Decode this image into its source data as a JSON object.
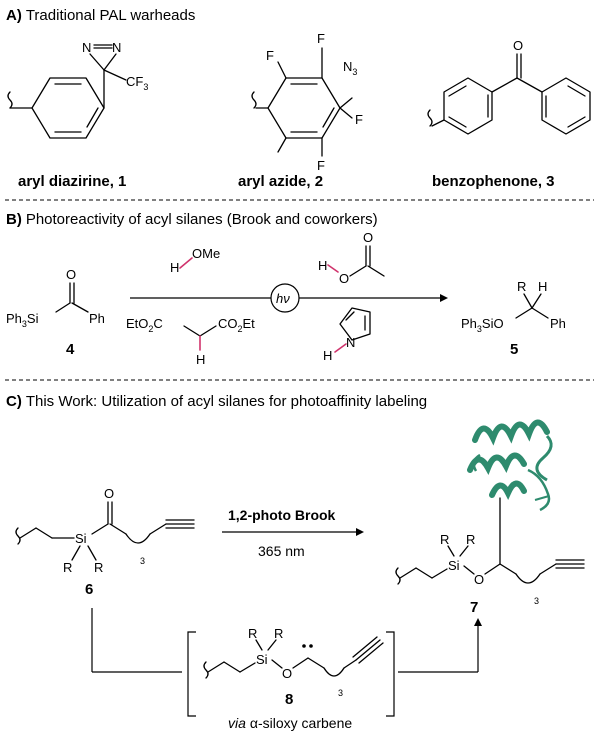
{
  "sectionA": {
    "letter": "A)",
    "title": "Traditional PAL warheads",
    "compounds": [
      {
        "name": "aryl diazirine, 1"
      },
      {
        "name": "aryl azide, 2"
      },
      {
        "name": "benzophenone, 3"
      }
    ],
    "atoms": {
      "N": "N",
      "CF": "CF",
      "three": "3",
      "F": "F",
      "O": "O"
    }
  },
  "sectionB": {
    "letter": "B)",
    "title": "Photoreactivity of acyl silanes (Brook and coworkers)",
    "start_number": "4",
    "product_number": "5",
    "hv": "hν",
    "labels": {
      "Ph3Si": "Ph",
      "Si": "Si",
      "Ph": "Ph",
      "O": "O",
      "OMe": "OMe",
      "H": "H",
      "R": "R",
      "SiO": "SiO",
      "EtO2C": "EtO",
      "C": "C",
      "CO2Et": "CO",
      "Et": "Et",
      "sub2": "2",
      "sub3": "3",
      "N": "N"
    }
  },
  "sectionC": {
    "letter": "C)",
    "title": "This Work: Utilization of acyl silanes for photoaffinity labeling",
    "arrow_top": "1,2-photo Brook",
    "arrow_bottom": "365 nm",
    "numbers": {
      "six": "6",
      "seven": "7",
      "eight": "8"
    },
    "via": "via",
    "carbene": "α-siloxy carbene",
    "protein_color": "#2e8b6e"
  }
}
